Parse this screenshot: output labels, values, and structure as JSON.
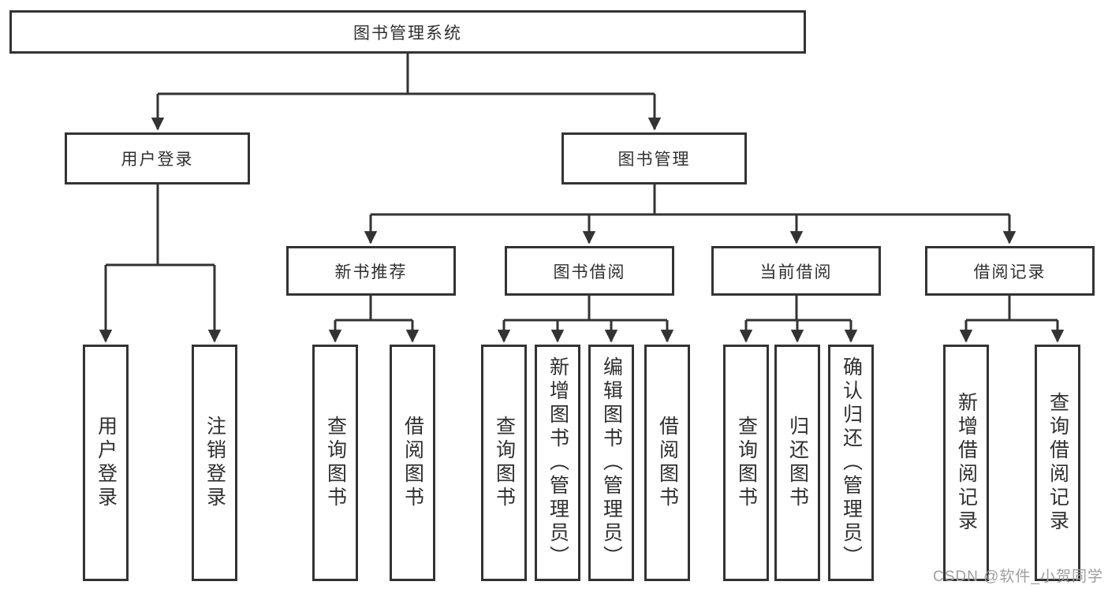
{
  "diagram": {
    "type": "hierarchy-tree",
    "root": {
      "label": "图书管理系统"
    },
    "level2": {
      "user_login_group": {
        "label": "用户登录"
      },
      "book_mgmt_group": {
        "label": "图书管理"
      }
    },
    "level3": {
      "new_book_rec": {
        "label": "新书推荐"
      },
      "book_borrow": {
        "label": "图书借阅"
      },
      "current_borrow": {
        "label": "当前借阅"
      },
      "borrow_records": {
        "label": "借阅记录"
      }
    },
    "leaves": {
      "user_login": "用户登录",
      "logout": "注销登录",
      "rec_query_book": "查询图书",
      "rec_borrow_book": "借阅图书",
      "bb_query_book": "查询图书",
      "bb_add_book": "新增图书（管理员）",
      "bb_edit_book": "编辑图书（管理员）",
      "bb_borrow_book": "借阅图书",
      "cb_query_book": "查询图书",
      "cb_return_book": "归还图书",
      "cb_confirm_return": "确认归还（管理员）",
      "br_add_record": "新增借阅记录",
      "br_query_record": "查询借阅记录"
    },
    "colors": {
      "line": "#333333",
      "text": "#2f2f2f",
      "background": "#ffffff",
      "watermark": "#9e9e9e"
    }
  },
  "watermark": {
    "text": "CSDN @软件_小贺同学"
  }
}
